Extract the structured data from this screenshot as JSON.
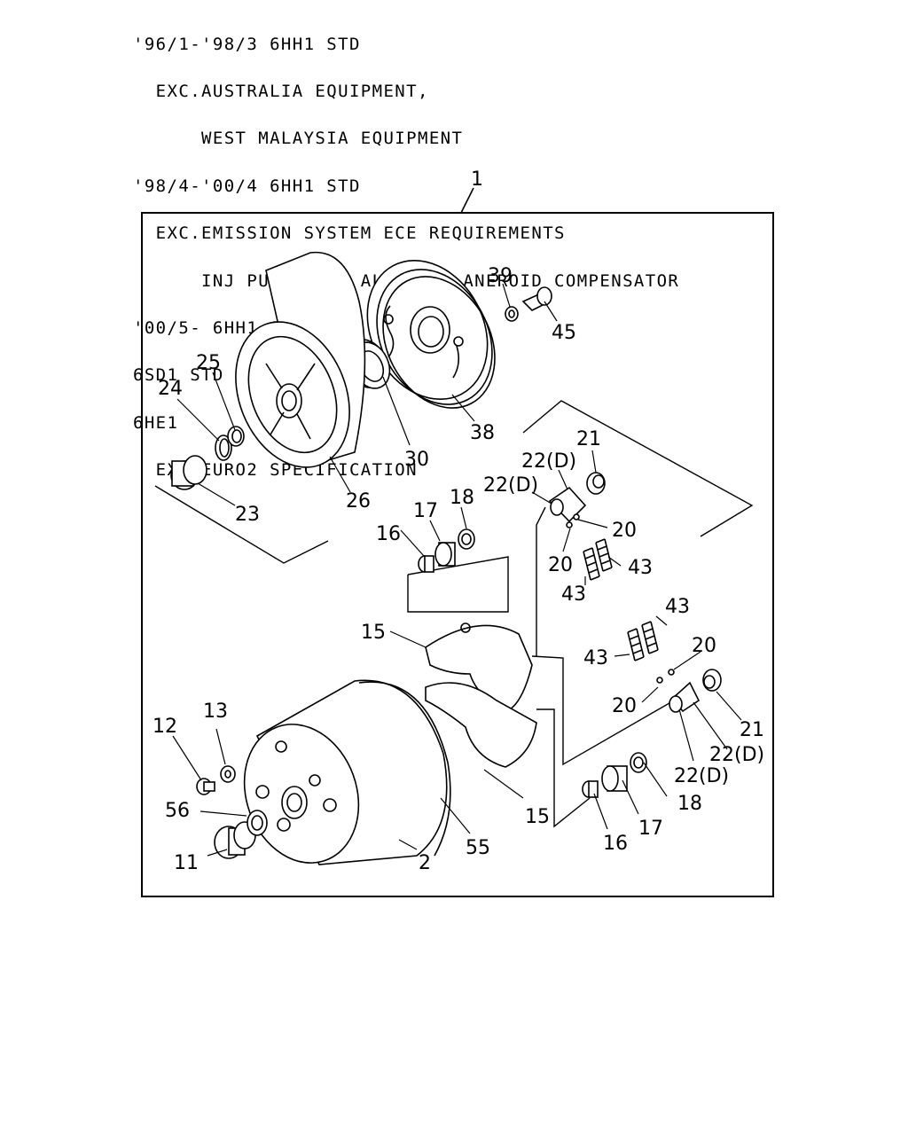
{
  "header_lines": [
    "'96/1-'98/3 6HH1 STD",
    "  EXC.AUSTRALIA EQUIPMENT,",
    "      WEST MALAYSIA EQUIPMENT",
    "'98/4-'00/4 6HH1 STD",
    "  EXC.EMISSION SYSTEM ECE REQUIREMENTS",
    "      INJ PUMP HIGH ALTITUDE ANEROID COMPENSATOR",
    "'00/5- 6HH1 STD",
    "6SD1 STD",
    "6HE1",
    "  EXC.EURO2 SPECIFICATION"
  ],
  "callouts": {
    "c1": "1",
    "c39": "39",
    "c45": "45",
    "c25": "25",
    "c24": "24",
    "c30": "30",
    "c38": "38",
    "c26": "26",
    "c23": "23",
    "c21a": "21",
    "c22Da": "22(D)",
    "c22Db": "22(D)",
    "c17a": "17",
    "c18a": "18",
    "c16a": "16",
    "c20a": "20",
    "c20b": "20",
    "c43a": "43",
    "c43b": "43",
    "c43c": "43",
    "c43d": "43",
    "c20c": "20",
    "c20d": "20",
    "c15a": "15",
    "c15b": "15",
    "c21b": "21",
    "c22Dc": "22(D)",
    "c22Dd": "22(D)",
    "c12": "12",
    "c13": "13",
    "c56": "56",
    "c11": "11",
    "c2": "2",
    "c55": "55",
    "c18b": "18",
    "c17b": "17",
    "c16b": "16"
  }
}
